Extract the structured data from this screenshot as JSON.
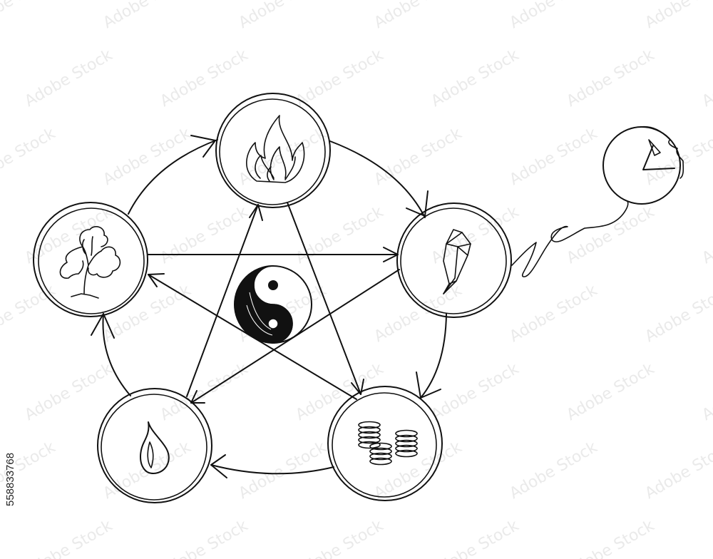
{
  "image_id_label": "558833768",
  "watermark_text": "Adobe Stock",
  "colors": {
    "ink": "#111111",
    "background": "#ffffff"
  },
  "diagram": {
    "type": "five-elements-cycle",
    "nodes": [
      {
        "id": "fire",
        "icon": "flame-icon"
      },
      {
        "id": "earth",
        "icon": "crystal-icon"
      },
      {
        "id": "metal",
        "icon": "coins-icon"
      },
      {
        "id": "water",
        "icon": "water-drop-icon"
      },
      {
        "id": "wood",
        "icon": "tree-icon"
      }
    ],
    "center_icon": "yin-yang-icon",
    "extra_icon": "clock-icon",
    "generating_cycle": [
      "fire",
      "earth",
      "metal",
      "water",
      "wood",
      "fire"
    ],
    "controlling_cycle": [
      [
        "wood",
        "earth"
      ],
      [
        "earth",
        "water"
      ],
      [
        "water",
        "fire"
      ],
      [
        "fire",
        "metal"
      ],
      [
        "metal",
        "wood"
      ]
    ]
  }
}
